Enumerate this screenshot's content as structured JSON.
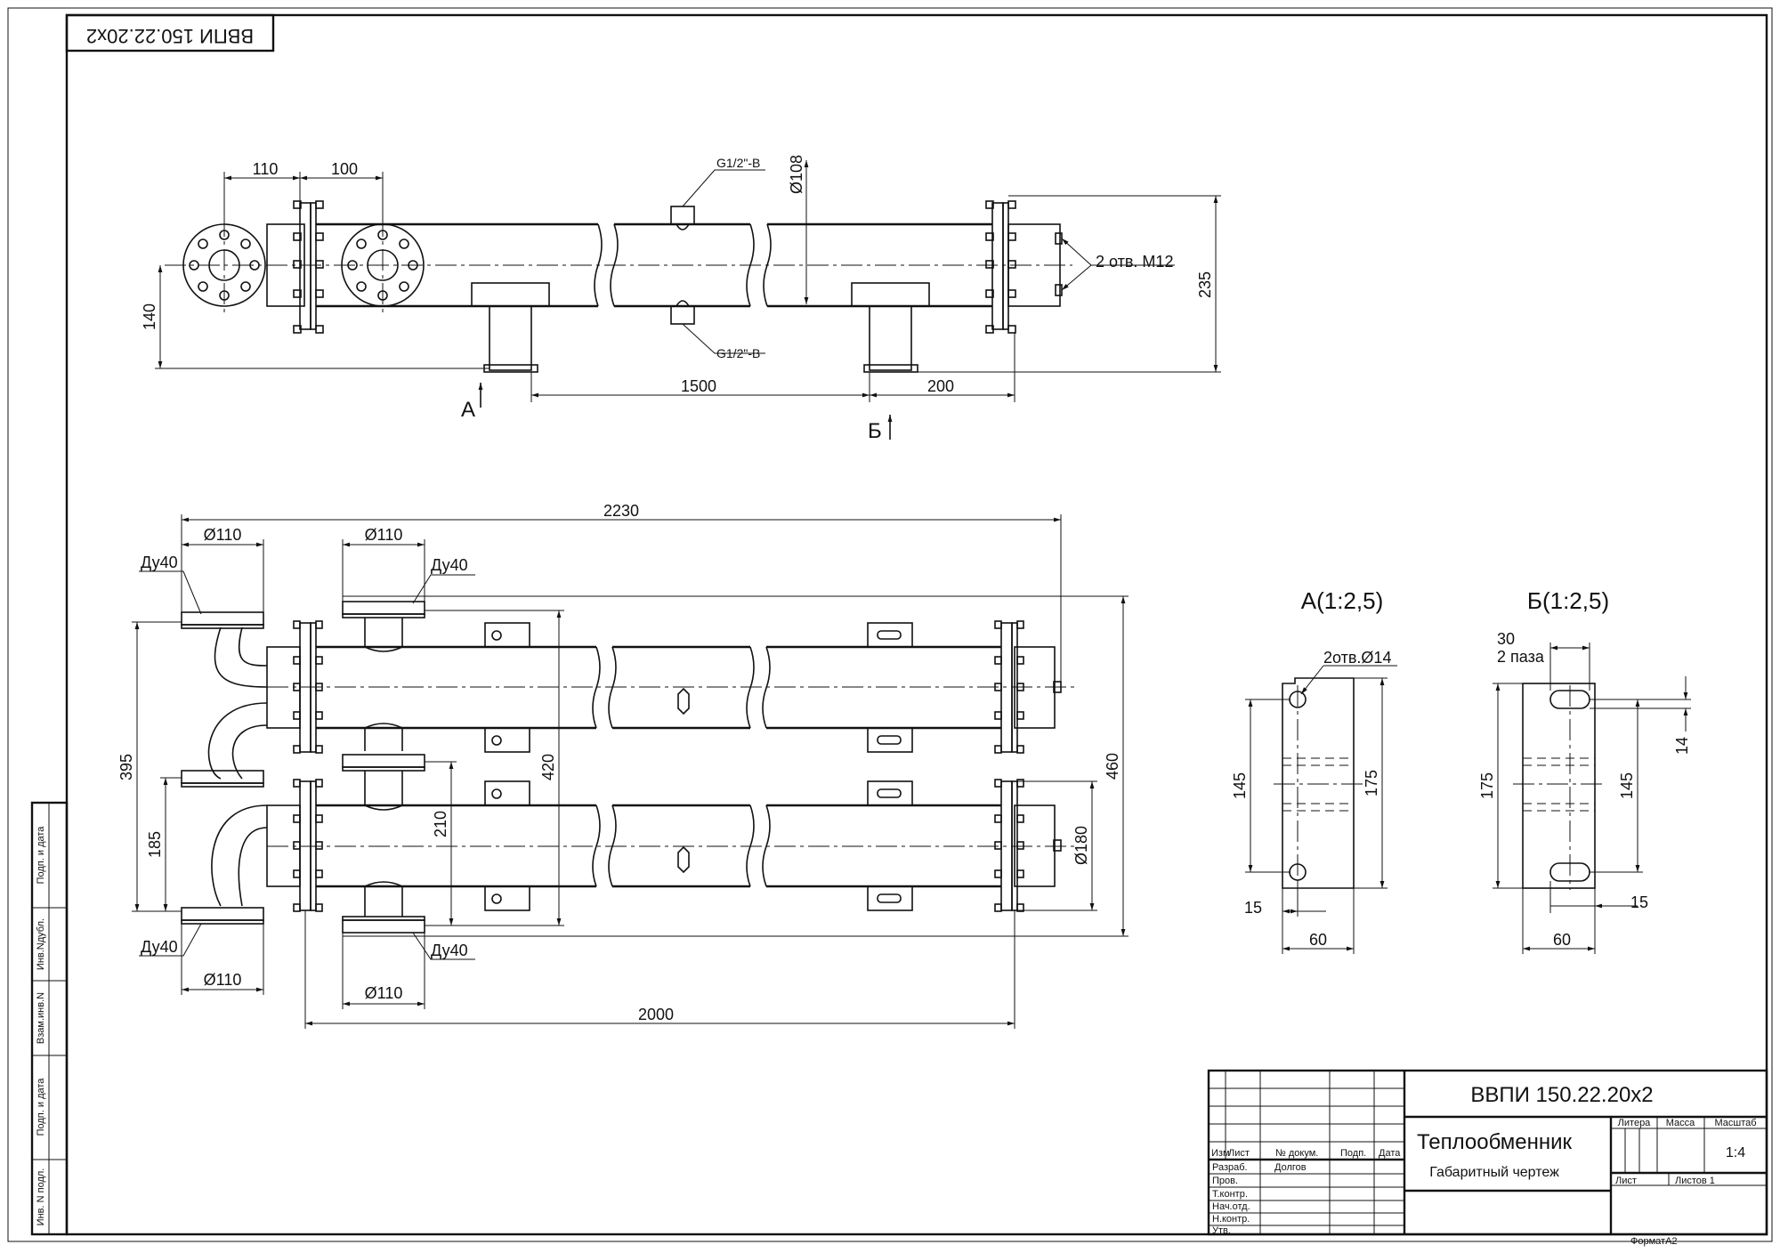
{
  "stamp_code": "ВВПИ 150.22.20х2",
  "top_view": {
    "dims": [
      "110",
      "100",
      "Ø108",
      "140",
      "235",
      "1500",
      "200"
    ],
    "fittings": [
      "G1/2\"-B",
      "G1/2\"-B"
    ],
    "holes_note": "2 отв. М12",
    "section_a": "А",
    "section_b": "Б"
  },
  "front_view": {
    "dims": [
      "2230",
      "Ø110",
      "Ø110",
      "Ду40",
      "Ду40",
      "395",
      "185",
      "420",
      "210",
      "460",
      "Ø180",
      "Ду40",
      "Ду40",
      "Ø110",
      "Ø110",
      "2000"
    ]
  },
  "detail_a": {
    "title": "А(1:2,5)",
    "holes_note": "2отв.Ø14",
    "dims": [
      "145",
      "175",
      "15",
      "60"
    ]
  },
  "detail_b": {
    "title": "Б(1:2,5)",
    "dim_top": "30",
    "slots_note": "2 паза",
    "dims": [
      "175",
      "145",
      "14",
      "15",
      "60"
    ]
  },
  "side_strip": [
    "Подп. и дата",
    "Инв.Nдубл.",
    "Взам.инв.N",
    "Подп. и дата",
    "Инв. N подл."
  ],
  "title_block": {
    "code": "ВВПИ 150.22.20х2",
    "name": "Теплообменник",
    "subtitle": "Габаритный чертеж",
    "col_headers": [
      "Изм",
      "Лист",
      "№ докум.",
      "Подп.",
      "Дата"
    ],
    "rows": [
      "Разраб.",
      "Пров.",
      "Т.контр.",
      "Нач.отд.",
      "Н.контр.",
      "Утв."
    ],
    "developer": "Долгов",
    "litera_label": "Литера",
    "mass_label": "Масса",
    "scale_label": "Масштаб",
    "scale": "1:4",
    "sheet_label": "Лист",
    "sheets_label": "Листов 1",
    "format": "ФорматА2"
  }
}
